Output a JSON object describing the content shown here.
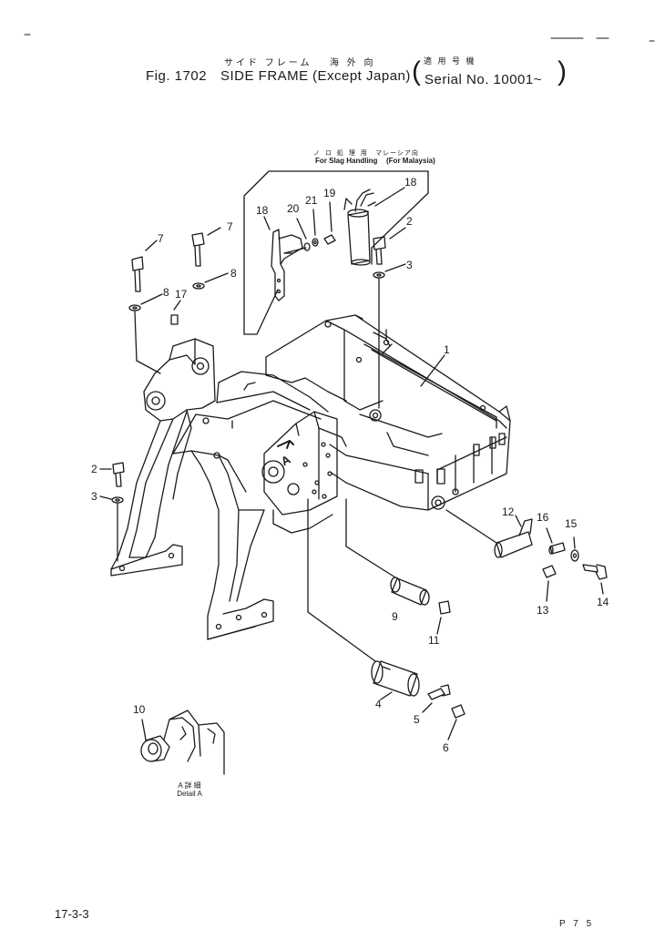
{
  "header": {
    "japanese_title": "サイド フレーム",
    "japanese_region": "海 外 向",
    "japanese_serial": "適 用 号 機",
    "fig_label": "Fig. 1702",
    "title": "SIDE FRAME",
    "region": "(Except Japan)",
    "serial": "Serial No. 10001~"
  },
  "variants": {
    "japanese_left": "ノ ロ 処 理 用",
    "japanese_right": "マレーシア向",
    "slag": "For Slag Handling",
    "malaysia": "(For Malaysia)"
  },
  "callouts": [
    "1",
    "2",
    "2",
    "3",
    "3",
    "4",
    "5",
    "6",
    "7",
    "7",
    "8",
    "8",
    "9",
    "10",
    "11",
    "12",
    "13",
    "14",
    "15",
    "16",
    "17",
    "18",
    "18",
    "19",
    "20",
    "21"
  ],
  "detail": {
    "label_line1": "A 詳 細",
    "label_line2": "Detail A",
    "marker": "A"
  },
  "footer": {
    "page_code": "17-3-3",
    "corner": "P 7 5"
  }
}
